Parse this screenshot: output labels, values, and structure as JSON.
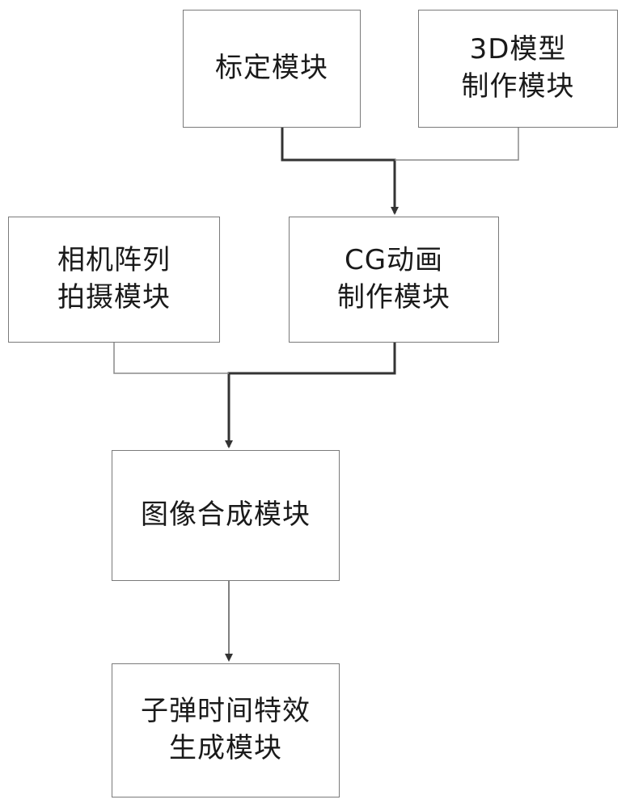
{
  "diagram": {
    "nodes": {
      "calibration": {
        "lines": [
          "标定模块"
        ]
      },
      "model_3d": {
        "lines": [
          "3D模型",
          "制作模块"
        ]
      },
      "camera_array": {
        "lines": [
          "相机阵列",
          "拍摄模块"
        ]
      },
      "cg_animation": {
        "lines": [
          "CG动画",
          "制作模块"
        ]
      },
      "image_compose": {
        "lines": [
          "图像合成模块"
        ]
      },
      "bullet_time": {
        "lines": [
          "子弹时间特效",
          "生成模块"
        ]
      }
    },
    "edges": [
      {
        "from": "calibration",
        "to": "cg_animation",
        "style": "bold-arrow"
      },
      {
        "from": "model_3d",
        "to": "cg_animation",
        "style": "thin-line"
      },
      {
        "from": "cg_animation",
        "to": "image_compose",
        "style": "bold-arrow"
      },
      {
        "from": "camera_array",
        "to": "image_compose",
        "style": "thin-line"
      },
      {
        "from": "image_compose",
        "to": "bullet_time",
        "style": "thin-arrow"
      }
    ],
    "colors": {
      "box_border": "#7a7a7a",
      "bold_connector": "#333333",
      "thin_connector": "#8a8a8a",
      "text": "#1a1a1a"
    }
  }
}
